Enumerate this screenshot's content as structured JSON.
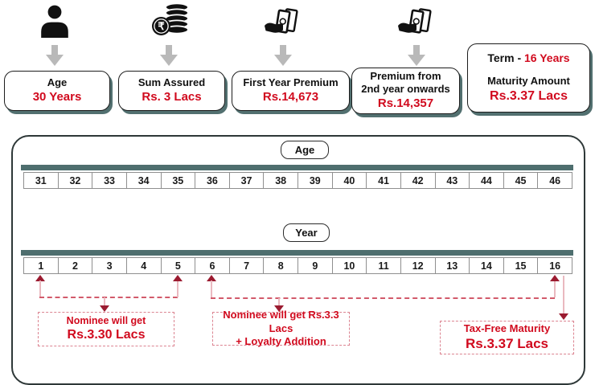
{
  "palette": {
    "accent_red": "#d10a1e",
    "teal_bar": "#4e6e6e",
    "box_shadow_teal": "#527070",
    "arrow_gray": "#b9b9b9",
    "connector_pink": "#eab9c0",
    "connector_dash_red": "#d25a6b",
    "arrowhead_maroon": "#9b1b30"
  },
  "icons": {
    "top": [
      "person-icon",
      "rupee-coins-icon",
      "cash-in-hand-icon",
      "cash-in-hand-icon"
    ],
    "flow_arrow": "down-block-arrow-icon",
    "rupee_glyph": "₹"
  },
  "top": {
    "items": [
      {
        "label": "Age",
        "value": "30 Years"
      },
      {
        "label": "Sum Assured",
        "value": "Rs. 3 Lacs"
      },
      {
        "label": "First Year Premium",
        "value": "Rs.14,673"
      },
      {
        "label_lines": [
          "Premium from",
          "2nd year onwards"
        ],
        "value": "Rs.14,357"
      }
    ],
    "summary": {
      "term_label": "Term  -",
      "term_value": "16 Years",
      "maturity_label": "Maturity Amount",
      "maturity_value": "Rs.3.37 Lacs"
    }
  },
  "timeline": {
    "age_axis_label": "Age",
    "ages": [
      "31",
      "32",
      "33",
      "34",
      "35",
      "36",
      "37",
      "38",
      "39",
      "40",
      "41",
      "42",
      "43",
      "44",
      "45",
      "46"
    ],
    "year_axis_label": "Year",
    "years": [
      "1",
      "2",
      "3",
      "4",
      "5",
      "6",
      "7",
      "8",
      "9",
      "10",
      "11",
      "12",
      "13",
      "14",
      "15",
      "16"
    ],
    "annotations": {
      "nominee_years_1_5": {
        "line1": "Nominee will get",
        "line2": "Rs.3.30 Lacs"
      },
      "nominee_years_6_16": {
        "line1": "Nominee will get Rs.3.3 Lacs",
        "line2": "+ Loyalty Addition"
      },
      "maturity_year_16": {
        "line1": "Tax-Free Maturity",
        "line2": "Rs.3.37 Lacs"
      }
    }
  }
}
